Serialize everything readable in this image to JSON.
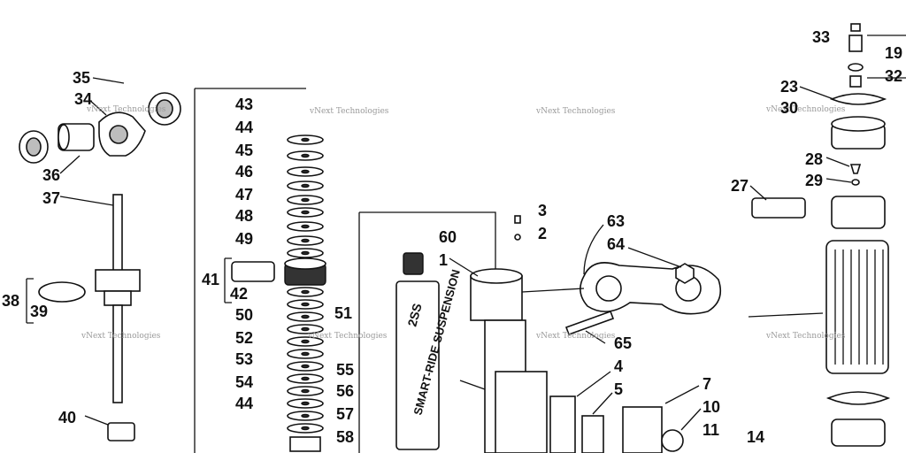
{
  "diagram": {
    "watermark": "vNext Technologies",
    "labels": [
      "33",
      "19",
      "32",
      "23",
      "30",
      "28",
      "29",
      "27",
      "35",
      "34",
      "36",
      "37",
      "38",
      "39",
      "40",
      "43",
      "44",
      "45",
      "46",
      "47",
      "48",
      "49",
      "41",
      "42",
      "50",
      "51",
      "52",
      "53",
      "54",
      "55",
      "56",
      "57",
      "58",
      "60",
      "1",
      "3",
      "2",
      "63",
      "64",
      "65",
      "4",
      "5",
      "7",
      "10",
      "11",
      "14"
    ],
    "decal_text": "SMART-RIDE SUSPENSION",
    "decal_model": "2SS"
  },
  "colors": {
    "ink": "#111111",
    "background": "#ffffff",
    "shade": "#bdbdbd",
    "watermark": "#9a9a9a"
  }
}
